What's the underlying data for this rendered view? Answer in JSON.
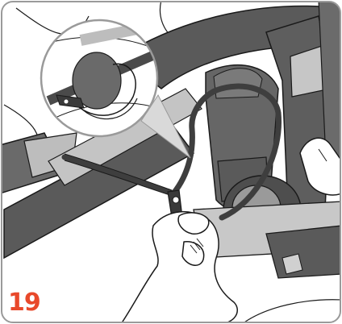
{
  "step": {
    "number": "19"
  },
  "colors": {
    "accent": "#E8492B",
    "frame_border": "#9A9A9A",
    "dark_part": "#5A5A5A",
    "mid_part": "#8C8C8C",
    "light_part": "#BDBDBD",
    "outline": "#1A1A1A",
    "background": "#FFFFFF"
  },
  "illustration": {
    "icon": "stroller-strap-clip-illustration",
    "magnifier_icon": "zoom-detail-circle"
  }
}
